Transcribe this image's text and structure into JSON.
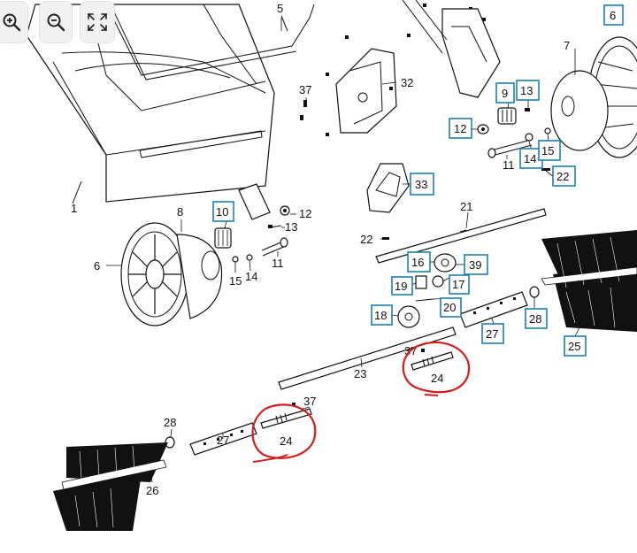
{
  "toolbar": {
    "zoom_in": "zoom-in-icon",
    "zoom_out": "zoom-out-icon",
    "fullscreen": "fullscreen-icon"
  },
  "colors": {
    "box_border": "#1e7fb0",
    "annotation_circle": "#d81b1b",
    "line_art": "#111111"
  },
  "callouts": {
    "n1": "1",
    "n5": "5",
    "n37a": "37",
    "n32": "32",
    "n6top": "6",
    "n7": "7",
    "n9": "9",
    "n13a": "13",
    "n12a": "12",
    "n11a": "11",
    "n14a": "14",
    "n15a": "15",
    "n22a": "22",
    "n33": "33",
    "n10": "10",
    "n8": "8",
    "n12b": "12",
    "n13b": "13",
    "n21": "21",
    "n22b": "22",
    "n6": "6",
    "n15b": "15",
    "n14b": "14",
    "n11b": "11",
    "n16": "16",
    "n39": "39",
    "n19": "19",
    "n17": "17",
    "n18": "18",
    "n20": "20",
    "n28a": "28",
    "n27a": "27",
    "n25": "25",
    "n37b": "37",
    "n24a": "24",
    "n23": "23",
    "n37c": "37",
    "n28b": "28",
    "n27b": "27",
    "n24b": "24",
    "n26": "26"
  }
}
